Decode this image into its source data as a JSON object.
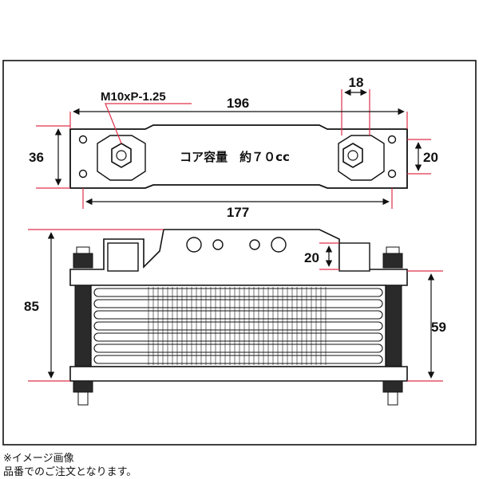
{
  "top_view": {
    "thread_label": "M10xP-1.25",
    "overall_length": "196",
    "fitting_width": "18",
    "height": "36",
    "inner_height": "20",
    "mount_pitch": "177",
    "capacity_label": "コア容量　約７０cc"
  },
  "front_view": {
    "overall_height": "85",
    "core_height": "59",
    "bracket_height": "20"
  },
  "notes": {
    "line1": "※イメージ画像",
    "line2": "品番でのご注文となります。"
  },
  "colors": {
    "line": "#111111",
    "dimension_tick": "#e0304a",
    "dark_plate": "#2a2a2a"
  }
}
